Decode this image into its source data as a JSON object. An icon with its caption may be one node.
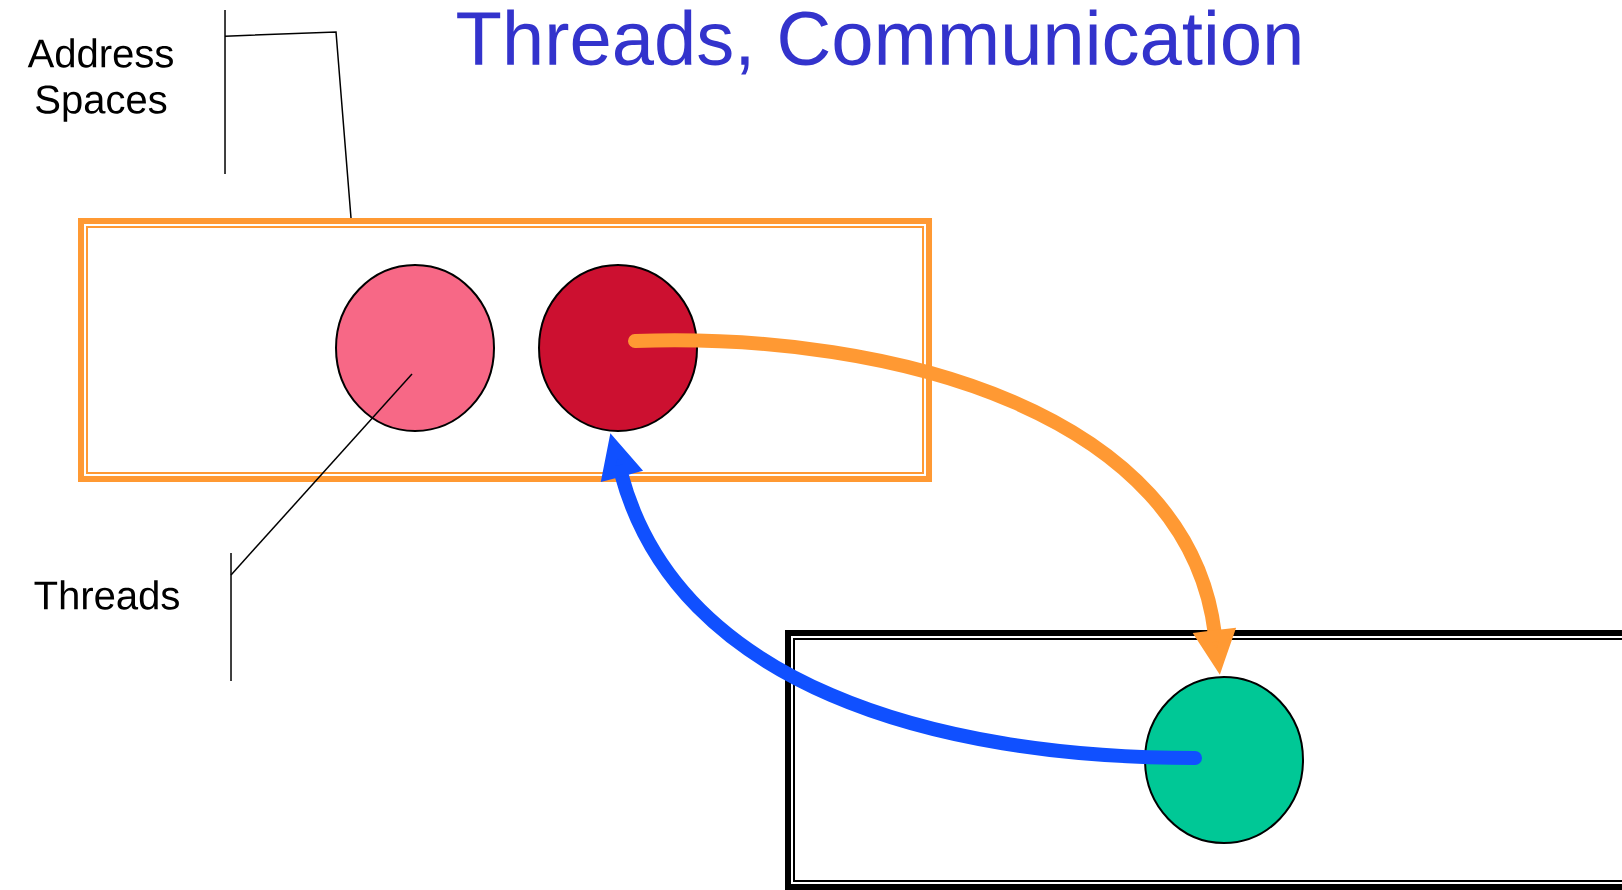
{
  "diagram": {
    "title": "Threads, Communication",
    "nodes": [
      {
        "text": [
          "Address Spaces"
        ]
      },
      {
        "text": [],
        "shape": "box"
      },
      {
        "text": [],
        "shape": "circle",
        "in": 1
      },
      {
        "text": [],
        "shape": "circle",
        "in": 1
      },
      {
        "text": [
          "Threads"
        ]
      },
      {
        "text": [],
        "shape": "box"
      },
      {
        "text": [],
        "shape": "circle",
        "in": 5
      }
    ],
    "edges": [
      {
        "from": 0,
        "to": 1,
        "arrow": "none"
      },
      {
        "from": 4,
        "to": 2,
        "arrow": "none"
      },
      {
        "from": 3,
        "to": 6,
        "arrow": "to",
        "style": "thick",
        "color": "#ff9933"
      },
      {
        "from": 6,
        "to": 3,
        "arrow": "to",
        "style": "thick",
        "color": "#1050ff"
      }
    ]
  }
}
